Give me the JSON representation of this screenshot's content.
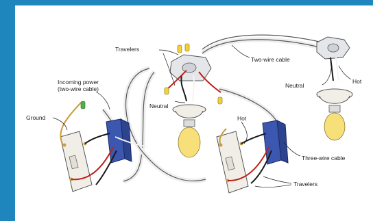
{
  "diagram": {
    "labels": {
      "travelers_top": "Travelers",
      "two_wire_cable": "Two-wire cable",
      "incoming_power_1": "Incoming power",
      "incoming_power_2": "(two-wire cable)",
      "neutral_right": "Neutral",
      "hot_right": "Hot",
      "ground": "Ground",
      "neutral_center": "Neutral",
      "hot_center": "Hot",
      "three_wire_cable": "Three-wire cable",
      "travelers_bottom": "Travelers"
    },
    "colors": {
      "border": "#1f86bd",
      "panel": "#ffffff",
      "box_blue": "#3b57b0",
      "wire_black": "#1a1a1a",
      "wire_red": "#c0201a",
      "wire_white": "#f4f4f4",
      "wire_ground": "#c79a3a",
      "wire_nut_yellow": "#f2d23a",
      "wire_nut_green": "#4fb04a",
      "bulb": "#f7df79",
      "fixture": "#f0eee6"
    }
  }
}
